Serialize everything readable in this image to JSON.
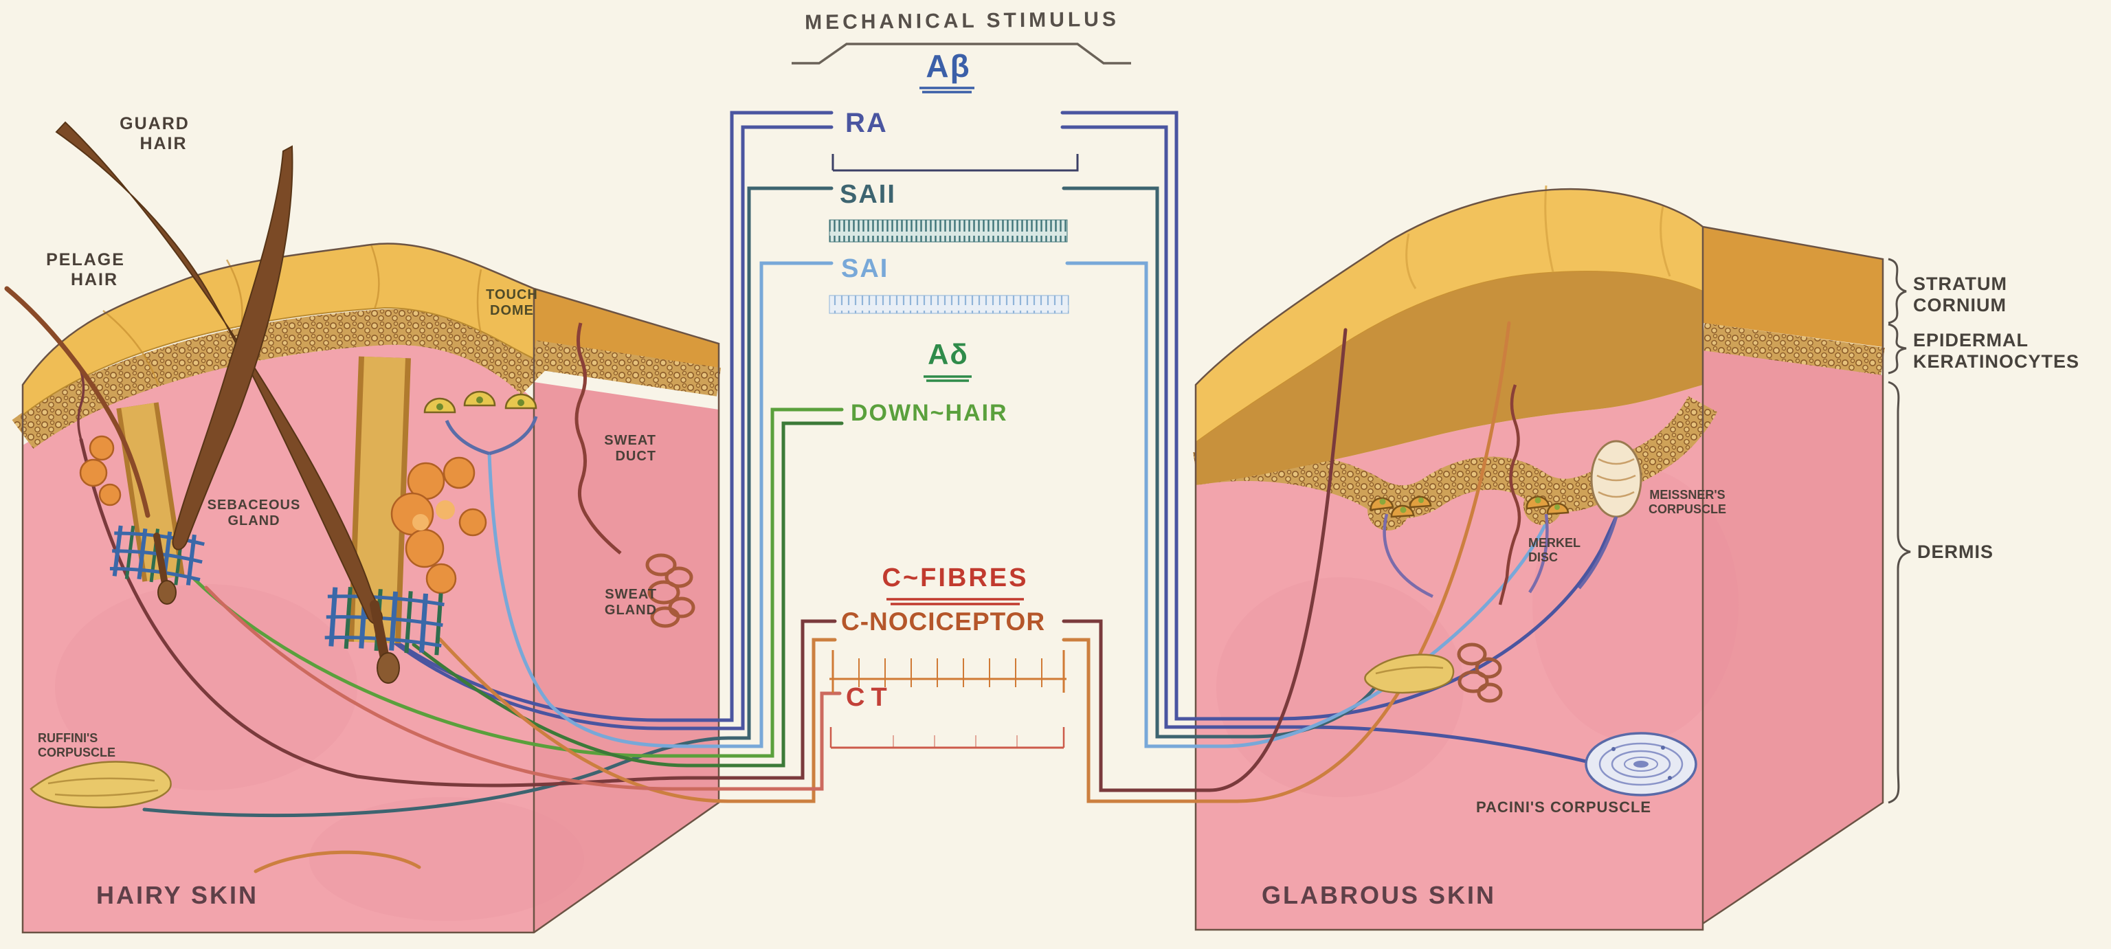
{
  "title": "MECHANICAL STIMULUS",
  "fiber_column": {
    "groups": [
      {
        "header": "Aβ",
        "color": "#3b5fa8",
        "fibers": [
          {
            "label": "RA",
            "color": "#4a55a0"
          },
          {
            "label": "SAII",
            "color": "#3d6470"
          },
          {
            "label": "SAI",
            "color": "#78a8d8"
          }
        ]
      },
      {
        "header": "Aδ",
        "color": "#2f8b4a",
        "fibers": [
          {
            "label": "DOWN~HAIR",
            "color": "#5aa03c",
            "color_dark": "#3c7a38"
          }
        ]
      },
      {
        "header": "C~FIBRES",
        "color": "#c13a2e",
        "fibers": [
          {
            "label": "C-NOCICEPTOR",
            "color": "#cc7f3f",
            "color_dark": "#7a3a3c"
          },
          {
            "label": "CT",
            "color": "#cc6a5e"
          }
        ]
      }
    ]
  },
  "hairy_skin": {
    "caption": "HAIRY SKIN",
    "annotations": {
      "guard_hair": {
        "line1": "GUARD",
        "line2": "HAIR"
      },
      "pelage_hair": {
        "line1": "PELAGE",
        "line2": "HAIR"
      },
      "touch_dome": {
        "line1": "TOUCH",
        "line2": "DOME"
      },
      "sweat_duct": {
        "line1": "SWEAT",
        "line2": "DUCT"
      },
      "sebaceous_gland": {
        "line1": "SEBACEOUS",
        "line2": "GLAND"
      },
      "sweat_gland": {
        "line1": "SWEAT",
        "line2": "GLAND"
      },
      "ruffinis_corpuscle": {
        "line1": "RUFFINI'S",
        "line2": "CORPUSCLE"
      }
    }
  },
  "glabrous_skin": {
    "caption": "GLABROUS SKIN",
    "annotations": {
      "meissners_corpuscle": {
        "line1": "MEISSNER'S",
        "line2": "CORPUSCLE"
      },
      "merkel_disc": {
        "line1": "MERKEL",
        "line2": "DISC"
      },
      "pacinis_corpuscle": {
        "line1": "PACINI'S CORPUSCLE"
      }
    }
  },
  "layer_labels": {
    "stratum_cornium": {
      "line1": "STRATUM",
      "line2": "CORNIUM"
    },
    "epidermal_keratinocytes": {
      "line1": "EPIDERMAL",
      "line2": "KERATINOCYTES"
    },
    "dermis": "DERMIS"
  },
  "colors": {
    "ra": "#4a55a0",
    "sa2": "#3d6470",
    "sa1": "#78a8d8",
    "down_hair": "#5aa03c",
    "down_hair_dark": "#3c7a38",
    "c_nociceptor": "#cc7f3f",
    "c_nociceptor_outer": "#7a3a3c",
    "ct": "#cc6a5e",
    "a_beta": "#3b5fa8",
    "a_delta": "#2f8b4a",
    "c_fibres": "#c13a2e",
    "dermis_pink": "#f2a4ac",
    "stratum_yellow": "#f0c25c",
    "epidermis_ochre": "#cfa258",
    "background": "#f8f4e8"
  }
}
